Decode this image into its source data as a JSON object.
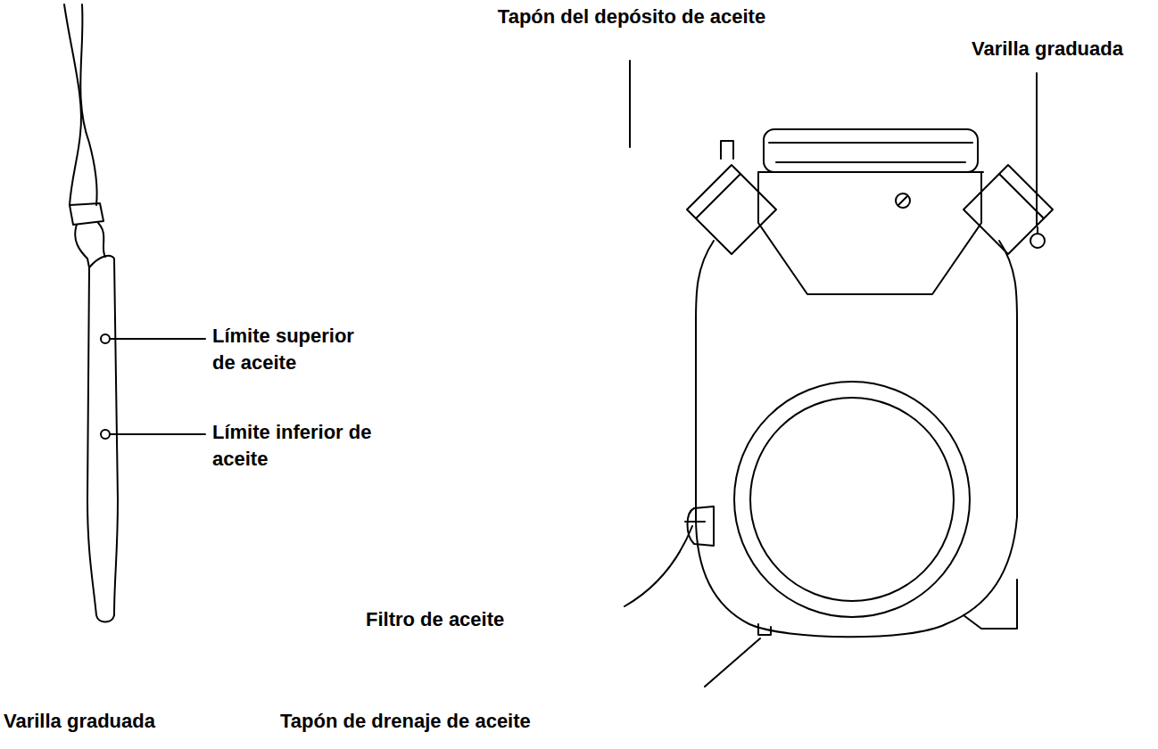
{
  "diagram": {
    "labels": [
      "Tapón del depósito de aceite",
      "Varilla graduada",
      "Límite superior de aceite",
      "Límite inferior de aceite",
      "Filtro de aceite",
      "Varilla graduada",
      "Tapón de drenaje de aceite"
    ]
  }
}
